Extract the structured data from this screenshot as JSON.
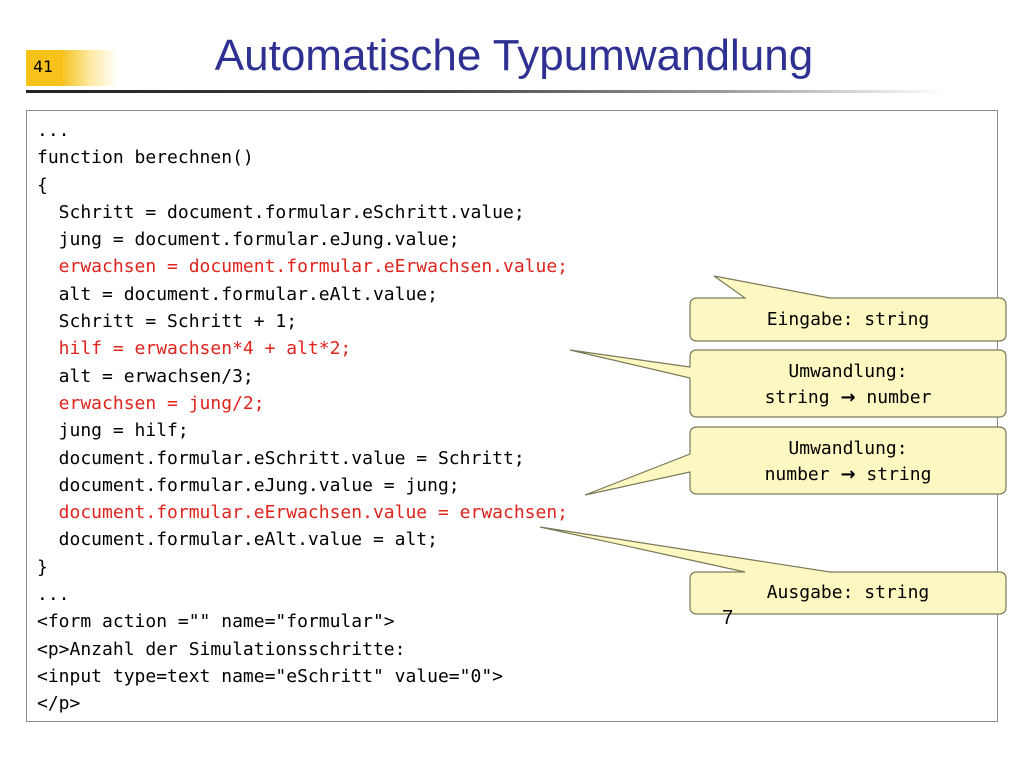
{
  "slide": {
    "page_number": "41",
    "title": "Automatische Typumwandlung"
  },
  "code_lines": [
    {
      "text": "...",
      "highlight": false
    },
    {
      "text": "function berechnen()",
      "highlight": false
    },
    {
      "text": "{",
      "highlight": false
    },
    {
      "text": "  Schritt = document.formular.eSchritt.value;",
      "highlight": false
    },
    {
      "text": "  jung = document.formular.eJung.value;",
      "highlight": false
    },
    {
      "text": "  erwachsen = document.formular.eErwachsen.value;",
      "highlight": true
    },
    {
      "text": "  alt = document.formular.eAlt.value;",
      "highlight": false
    },
    {
      "text": "  Schritt = Schritt + 1;",
      "highlight": false
    },
    {
      "text": "  hilf = erwachsen*4 + alt*2;",
      "highlight": true
    },
    {
      "text": "  alt = erwachsen/3;",
      "highlight": false
    },
    {
      "text": "  erwachsen = jung/2;",
      "highlight": true
    },
    {
      "text": "  jung = hilf;",
      "highlight": false
    },
    {
      "text": "  document.formular.eSchritt.value = Schritt;",
      "highlight": false
    },
    {
      "text": "  document.formular.eJung.value = jung;",
      "highlight": false
    },
    {
      "text": "  document.formular.eErwachsen.value = erwachsen;",
      "highlight": true
    },
    {
      "text": "  document.formular.eAlt.value = alt;",
      "highlight": false
    },
    {
      "text": "}",
      "highlight": false
    },
    {
      "text": "...",
      "highlight": false
    },
    {
      "text": "<form action =\"\" name=\"formular\">",
      "highlight": false
    },
    {
      "text": "<p>Anzahl der Simulationsschritte:",
      "highlight": false
    },
    {
      "text": "<input type=text name=\"eSchritt\" value=\"0\">",
      "highlight": false
    },
    {
      "text": "</p>",
      "highlight": false
    }
  ],
  "callouts": {
    "eingabe": {
      "text": "Eingabe: string"
    },
    "umwandlung1": {
      "line1": "Umwandlung:",
      "from": "string",
      "arrow": "→",
      "to": "number"
    },
    "umwandlung2": {
      "line1": "Umwandlung:",
      "from": "number",
      "arrow": "→",
      "to": "string"
    },
    "ausgabe": {
      "text": "Ausgabe: string"
    }
  },
  "stray_text": "7",
  "colors": {
    "title": "#2e3192",
    "highlight_code": "#e0231c",
    "badge": "#f7c21a",
    "callout_fill": "#fdf8c2",
    "callout_border": "#7a7a5a"
  }
}
